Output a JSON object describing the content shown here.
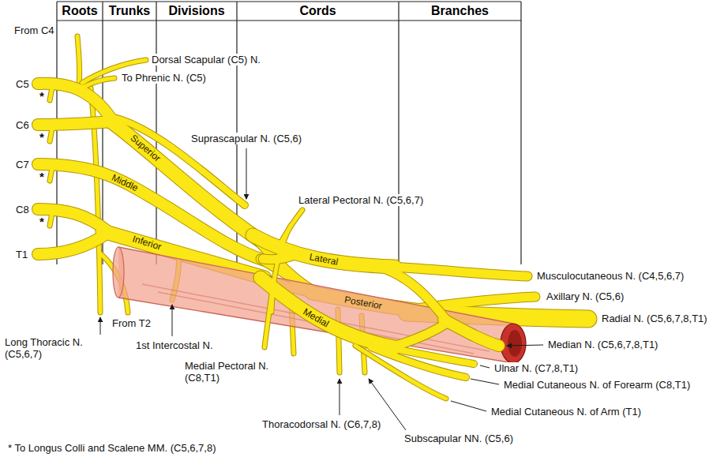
{
  "diagram": {
    "labels": [
      "Roots",
      "Trunks",
      "Divisions",
      "Cords",
      "Branches",
      "From C4",
      "C5",
      "*",
      "Dorsal Scapular (C5) N.",
      "To Phrenic N. (C5)",
      "C6",
      "*",
      "Suprascapular N. (C5,6)",
      "Superior",
      "C7",
      "*",
      "Middle",
      "Lateral Pectoral N. (C5,6,7)",
      "C8",
      "*",
      "Inferior",
      "T1",
      "Lateral",
      "Posterior",
      "Musculocutaneous N. (C4,5,6,7)",
      "Axillary N. (C5,6)",
      "Radial N. (C5,6,7,8,T1)",
      "Medial",
      "Median N. (C5,6,7,8,T1)",
      "Ulnar N. (C7,8,T1)",
      "Medial Cutaneous N. of Forearm (C8,T1)",
      "Long Thoracic N. (C5,6,7)",
      "From T2",
      "1st Intercostal N.",
      "Medial Pectoral N. (C8,T1)",
      "Medial Cutaneous N. of Arm (T1)",
      "Thoracodorsal N. (C6,7,8)",
      "Subscapular NN. (C5,6)",
      "* To Longus Colli and Scalene MM. (C5,6,7,8)"
    ]
  }
}
